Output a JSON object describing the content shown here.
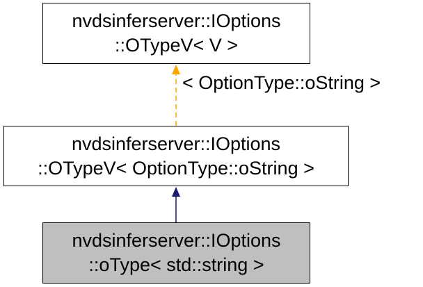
{
  "nodes": {
    "top": {
      "line1": "nvdsinferserver::IOptions",
      "line2": "::OTypeV< V >"
    },
    "middle": {
      "line1": "nvdsinferserver::IOptions",
      "line2": "::OTypeV< OptionType::oString >"
    },
    "bottom": {
      "line1": "nvdsinferserver::IOptions",
      "line2": "::oType< std::string >"
    }
  },
  "edges": {
    "template_label": "< OptionType::oString >"
  },
  "colors": {
    "template_edge": "#ffa500",
    "inheritance_edge": "#191970",
    "highlight_node": "#bfbfbf"
  }
}
